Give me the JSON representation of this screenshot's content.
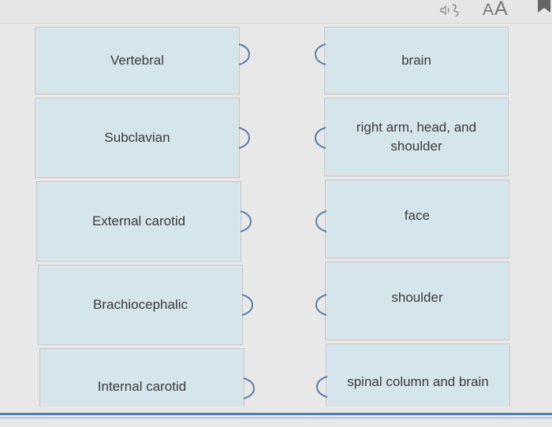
{
  "toolbar": {
    "text_size_small": "A",
    "text_size_large": "A",
    "audio_icon": "audio-speaker-icon",
    "flag_icon": "flag-icon"
  },
  "matching": {
    "terms": [
      "Vertebral",
      "Subclavian",
      "External carotid",
      "Brachiocephalic",
      "Internal carotid"
    ],
    "definitions": [
      "brain",
      "right arm, head, and shoulder",
      "face",
      "shoulder",
      "spinal column and brain"
    ]
  },
  "colors": {
    "tile_bg": "#d4e5ec",
    "tile_border": "#bcc9cf",
    "accent_line": "#4a7fb6"
  }
}
